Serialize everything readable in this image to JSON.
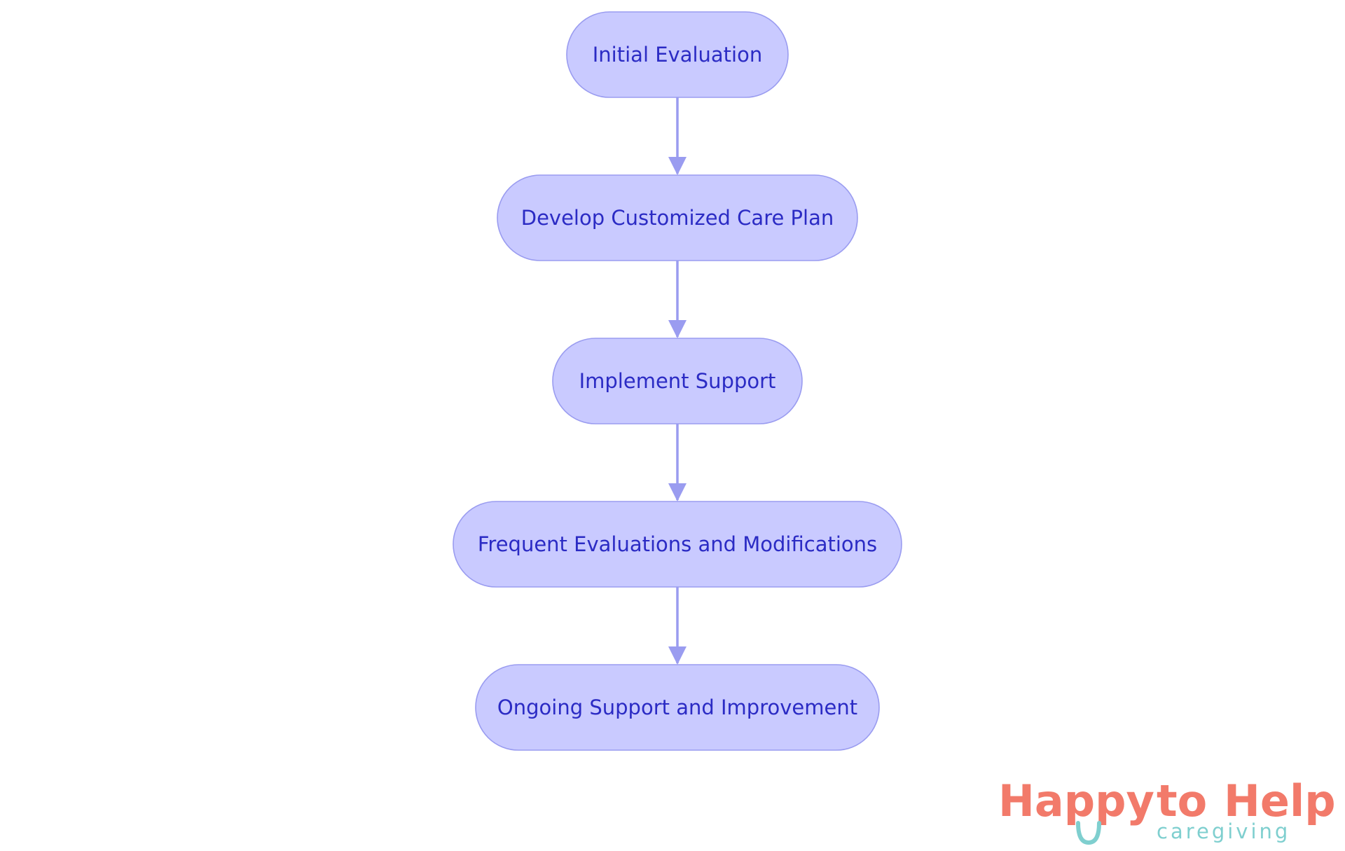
{
  "diagram": {
    "nodes": [
      {
        "id": "n1",
        "label": "Initial Evaluation"
      },
      {
        "id": "n2",
        "label": "Develop Customized Care Plan"
      },
      {
        "id": "n3",
        "label": "Implement Support"
      },
      {
        "id": "n4",
        "label": "Frequent Evaluations and Modifications"
      },
      {
        "id": "n5",
        "label": "Ongoing Support and Improvement"
      }
    ],
    "edges": [
      {
        "from": "n1",
        "to": "n2"
      },
      {
        "from": "n2",
        "to": "n3"
      },
      {
        "from": "n3",
        "to": "n4"
      },
      {
        "from": "n4",
        "to": "n5"
      }
    ],
    "colors": {
      "node_fill": "#c9caff",
      "node_stroke": "#9a9cf0",
      "node_text": "#2b2bc4",
      "edge": "#9a9cf0"
    }
  },
  "logo": {
    "word_happy": "Happy",
    "word_to": "to",
    "word_help": "Help",
    "subtitle": "caregiving",
    "primary_color": "#f27a6a",
    "accent_color": "#7fcfcf"
  }
}
